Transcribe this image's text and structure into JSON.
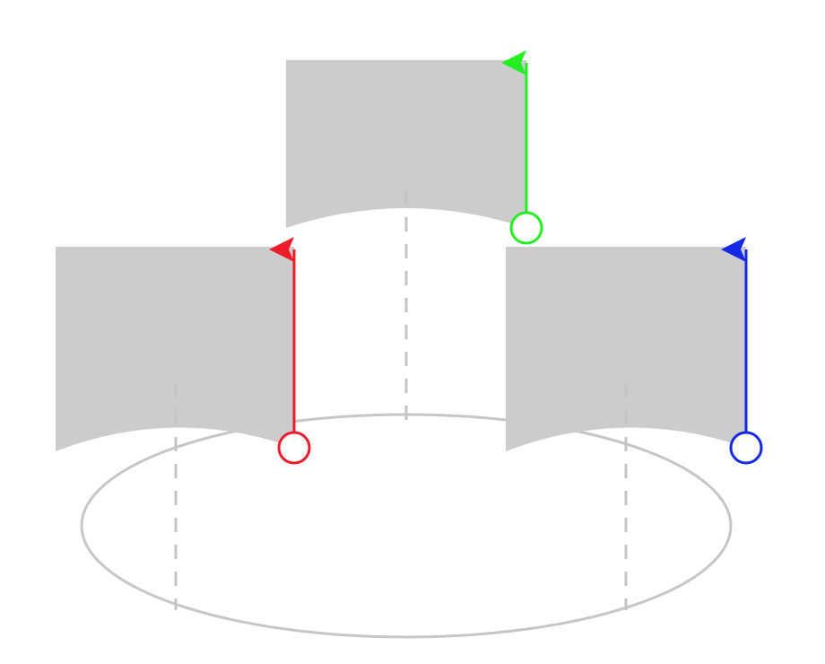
{
  "colors": {
    "panel_fill": "#cccccc",
    "guide_line": "#c4c4c4",
    "ellipse_stroke": "#c6c6c6",
    "vector_left": "#ee1c2b",
    "vector_center": "#22ee22",
    "vector_right": "#1428e6"
  },
  "panels": [
    {
      "id": "left",
      "vector_color_key": "vector_left"
    },
    {
      "id": "center",
      "vector_color_key": "vector_center"
    },
    {
      "id": "right",
      "vector_color_key": "vector_right"
    }
  ]
}
